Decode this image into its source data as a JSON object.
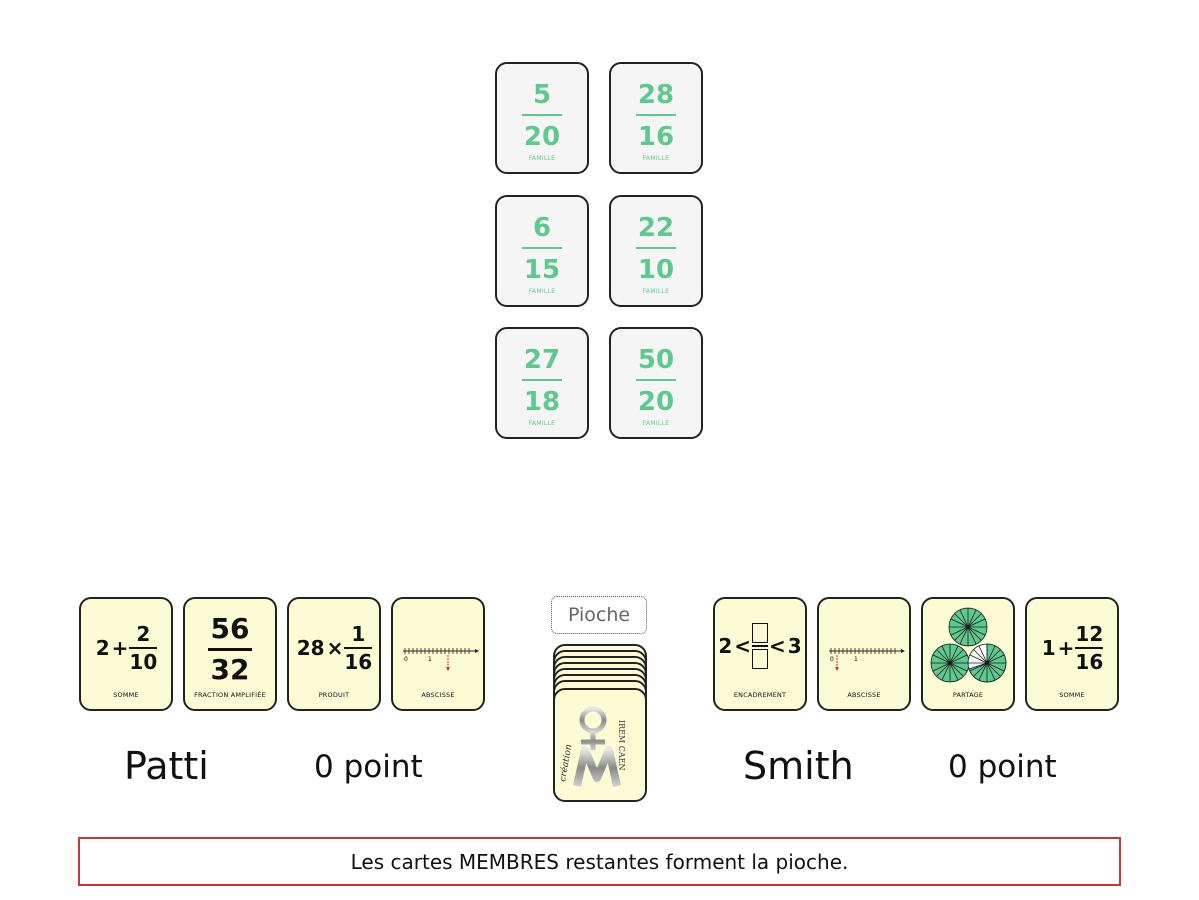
{
  "family_cards": [
    {
      "num": "5",
      "den": "20",
      "label": "FAMILLE"
    },
    {
      "num": "28",
      "den": "16",
      "label": "FAMILLE"
    },
    {
      "num": "6",
      "den": "15",
      "label": "FAMILLE"
    },
    {
      "num": "22",
      "den": "10",
      "label": "FAMILLE"
    },
    {
      "num": "27",
      "den": "18",
      "label": "FAMILLE"
    },
    {
      "num": "50",
      "den": "20",
      "label": "FAMILLE"
    }
  ],
  "player1": {
    "name": "Patti",
    "score": "0 point",
    "cards": [
      {
        "whole": "2",
        "op": "+",
        "num": "2",
        "den": "10",
        "label": "SOMME"
      },
      {
        "num": "56",
        "den": "32",
        "label": "FRACTION AMPLIFIÉE"
      },
      {
        "whole": "28",
        "op": "×",
        "num": "1",
        "den": "16",
        "label": "PRODUIT"
      },
      {
        "axis_zero": "0",
        "axis_one": "1",
        "label": "ABSCISSE"
      }
    ]
  },
  "player2": {
    "name": "Smith",
    "score": "0 point",
    "cards": [
      {
        "left": "2",
        "lt1": "<",
        "lt2": "<",
        "right": "3",
        "label": "ENCADREMENT"
      },
      {
        "axis_zero": "0",
        "axis_one": "1",
        "label": "ABSCISSE"
      },
      {
        "label": "PARTAGE"
      },
      {
        "whole": "1",
        "op": "+",
        "num": "12",
        "den": "16",
        "label": "SOMME"
      }
    ]
  },
  "deck": {
    "label": "Pioche",
    "logo_text": "création IREM CAEN"
  },
  "message": "Les cartes MEMBRES restantes forment la pioche.",
  "colors": {
    "family_green": "#5cc98e",
    "hand_card_bg": "#fbfbd4",
    "message_border": "#c0393b"
  }
}
